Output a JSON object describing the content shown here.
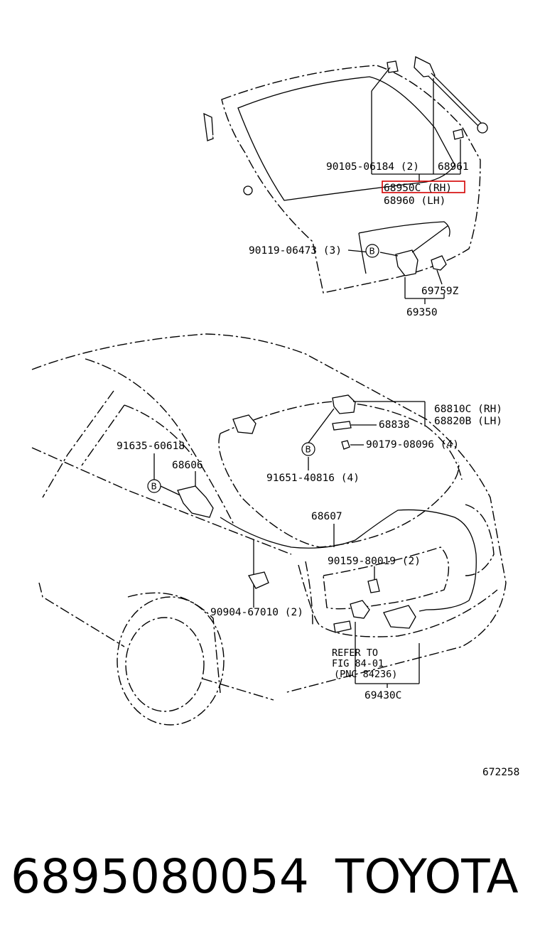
{
  "labels": {
    "p90105": "90105-06184 (2)",
    "p68961": "68961",
    "p68950c": "68950C (RH)",
    "p68960": "68960  (LH)",
    "p90119": "90119-06473 (3)",
    "p69759z": "69759Z",
    "p69350": "69350",
    "p68810c": "68810C (RH)",
    "p68820b": "68820B (LH)",
    "p68838": "68838",
    "p91635": "91635-60618",
    "p68606": "68606",
    "p90179": "90179-08096 (4)",
    "p91651": "91651-40816 (4)",
    "p68607": "68607",
    "p90159": "90159-80019 (2)",
    "p90904": "90904-67010 (2)",
    "refer1": "REFER TO",
    "refer2": "FIG 84-01",
    "refer3": "(PNC 84236)",
    "p69430c": "69430C",
    "figno": "672258",
    "circle_b": "B"
  },
  "footer": {
    "part_number": "6895080054",
    "brand": "TOYOTA"
  }
}
